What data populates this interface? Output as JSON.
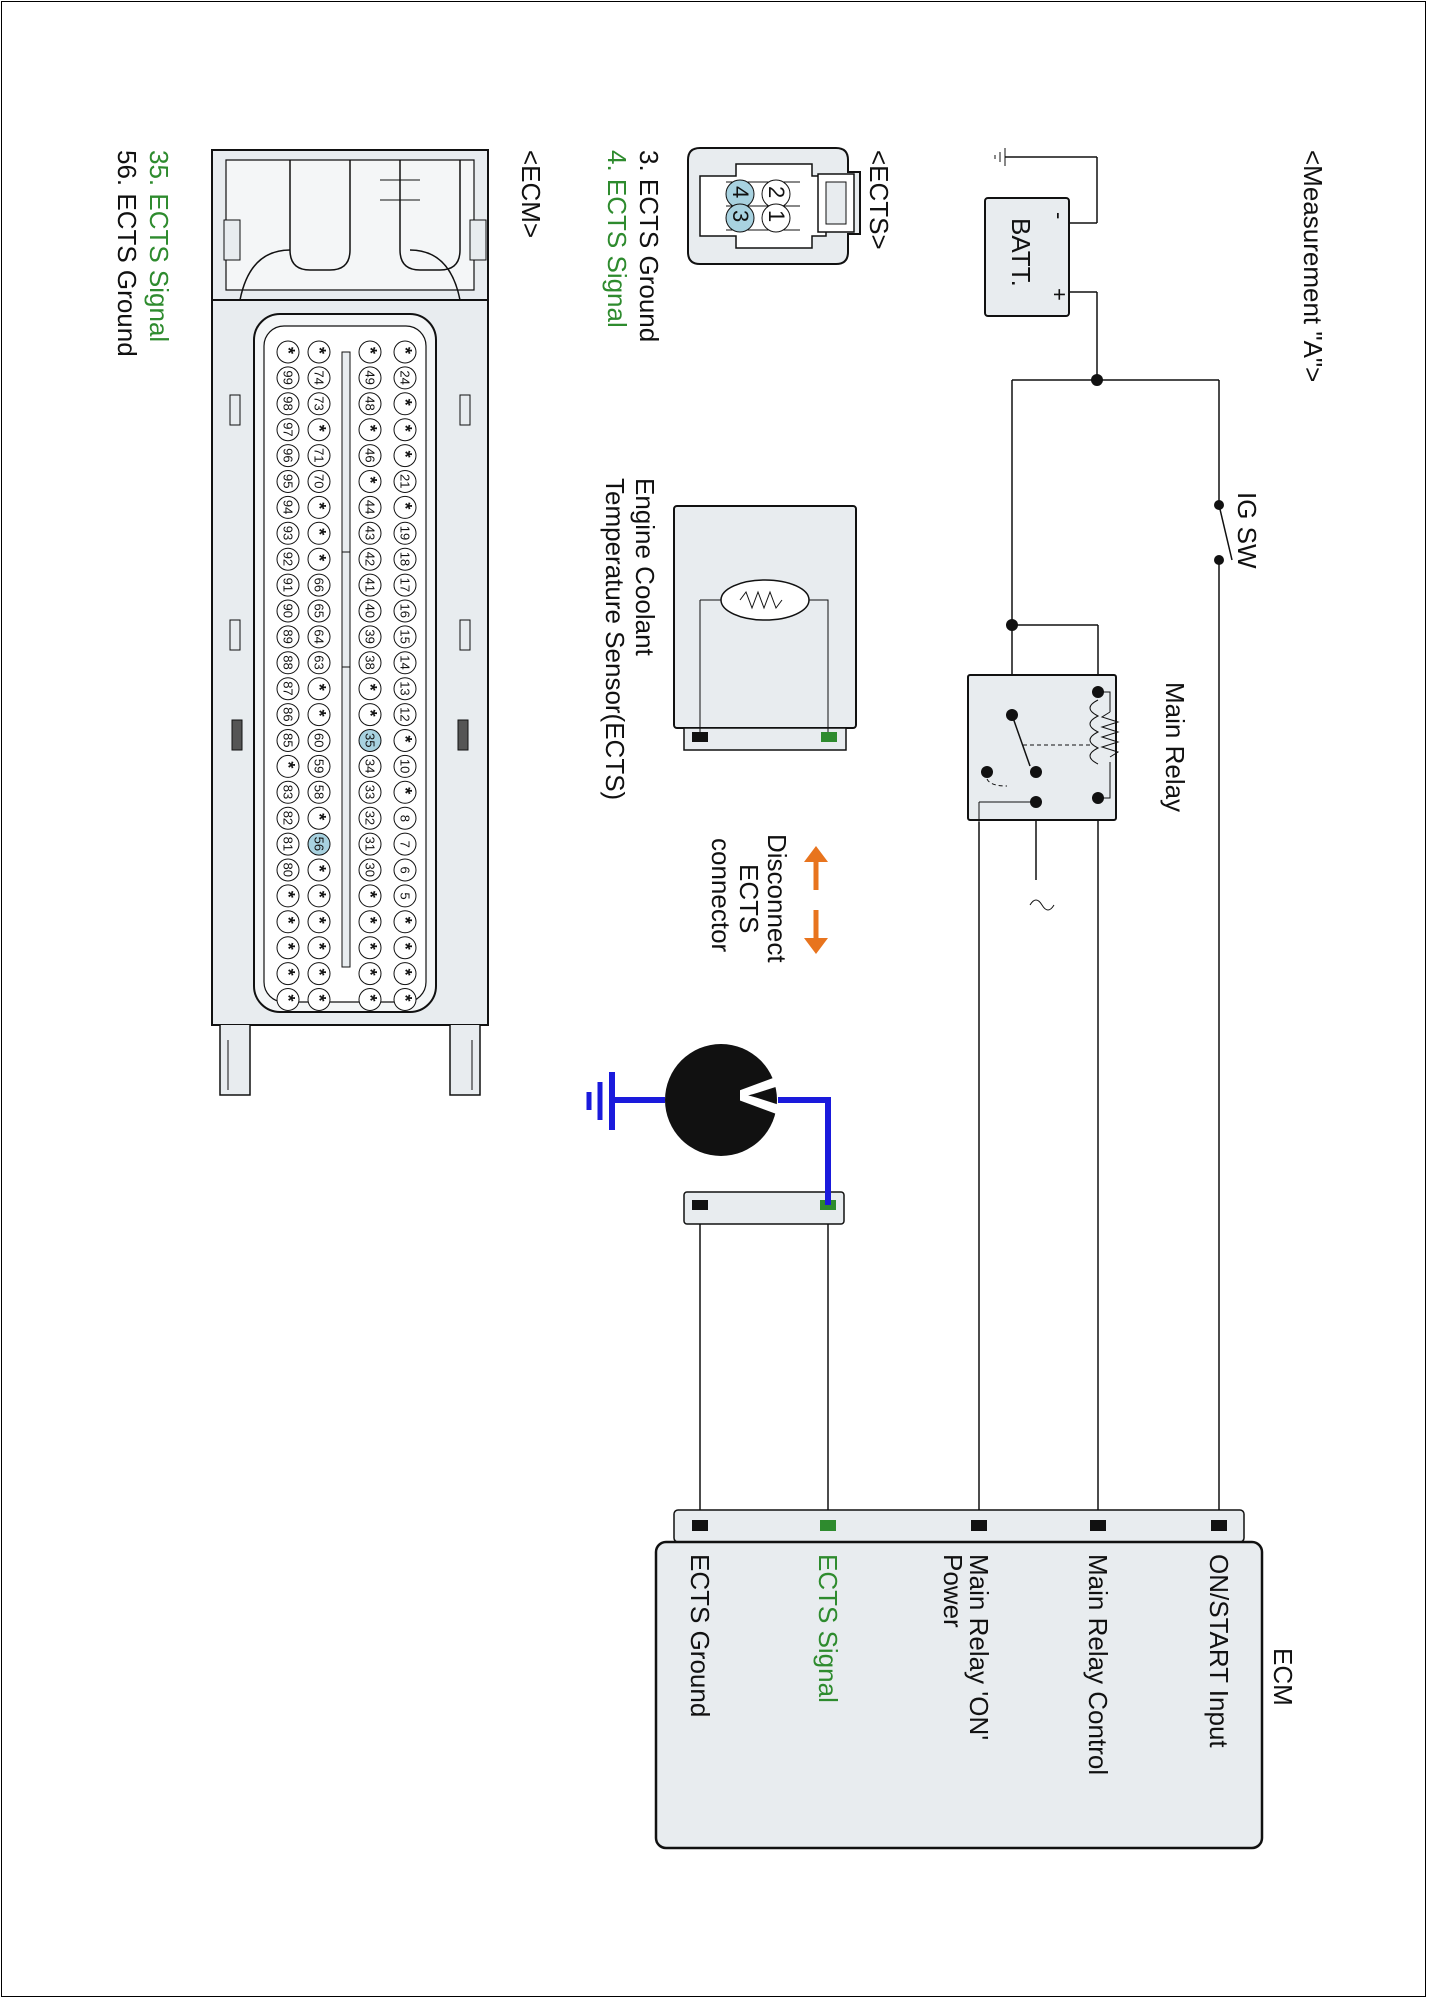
{
  "measurement": {
    "title": "<Measurement \"A\">"
  },
  "battery": {
    "label": "BATT.",
    "minus": "-",
    "plus": "+"
  },
  "switch": {
    "label": "IG SW"
  },
  "relay": {
    "label": "Main Relay"
  },
  "sensor": {
    "label_line1": "Engine Coolant",
    "label_line2": "Temperature Sensor(ECTS)"
  },
  "action": {
    "line1": "Disconnect",
    "line2": "ECTS",
    "line3": "connector"
  },
  "meter": {
    "symbol": "V"
  },
  "ecm_box": {
    "title": "ECM",
    "pins": [
      {
        "label": "ON/START Input",
        "color": "#111111"
      },
      {
        "label": "Main Relay Control",
        "color": "#111111"
      },
      {
        "label": "Main Relay 'ON'",
        "label2": "Power",
        "color": "#111111"
      },
      {
        "label": "ECTS Signal",
        "color": "#2e8b2e"
      },
      {
        "label": "ECTS Ground",
        "color": "#111111"
      }
    ]
  },
  "ects_connector": {
    "title": "<ECTS>",
    "pin_numbers": [
      "2",
      "1",
      "4",
      "3"
    ],
    "pins": [
      {
        "text": "3. ECTS Ground",
        "color": "#111111"
      },
      {
        "text": "4. ECTS Signal",
        "color": "#2e8b2e"
      }
    ]
  },
  "ecm_connector": {
    "title": "<ECM>",
    "pins": [
      {
        "text": "35. ECTS Signal",
        "color": "#2e8b2e"
      },
      {
        "text": "56. ECTS Ground",
        "color": "#111111"
      }
    ],
    "rows": [
      [
        "*",
        "24",
        "*",
        "*",
        "*",
        "21",
        "*",
        "19",
        "18",
        "17",
        "16",
        "15",
        "14",
        "13",
        "12",
        "*",
        "10",
        "*",
        "8",
        "7",
        "6",
        "5",
        "*",
        "*",
        "*",
        "*"
      ],
      [
        "*",
        "49",
        "48",
        "*",
        "46",
        "*",
        "44",
        "43",
        "42",
        "41",
        "40",
        "39",
        "38",
        "*",
        "*",
        "35",
        "34",
        "33",
        "32",
        "31",
        "30",
        "*",
        "*",
        "*",
        "*",
        "*"
      ],
      [
        "*",
        "74",
        "73",
        "*",
        "71",
        "70",
        "*",
        "*",
        "*",
        "66",
        "65",
        "64",
        "63",
        "*",
        "*",
        "60",
        "59",
        "58",
        "*",
        "56",
        "*",
        "*",
        "*",
        "*",
        "*",
        "*"
      ],
      [
        "*",
        "99",
        "98",
        "97",
        "96",
        "95",
        "94",
        "93",
        "92",
        "91",
        "90",
        "89",
        "88",
        "87",
        "86",
        "85",
        "*",
        "83",
        "82",
        "81",
        "80",
        "*",
        "*",
        "*",
        "*",
        "*"
      ]
    ],
    "highlighted": [
      "35",
      "56"
    ]
  },
  "colors": {
    "signal": "#2e8b2e",
    "meter_lead": "#1a1adc",
    "arrow": "#e8741e",
    "highlight": "#a8d2e0",
    "body": "#e8ecef"
  }
}
